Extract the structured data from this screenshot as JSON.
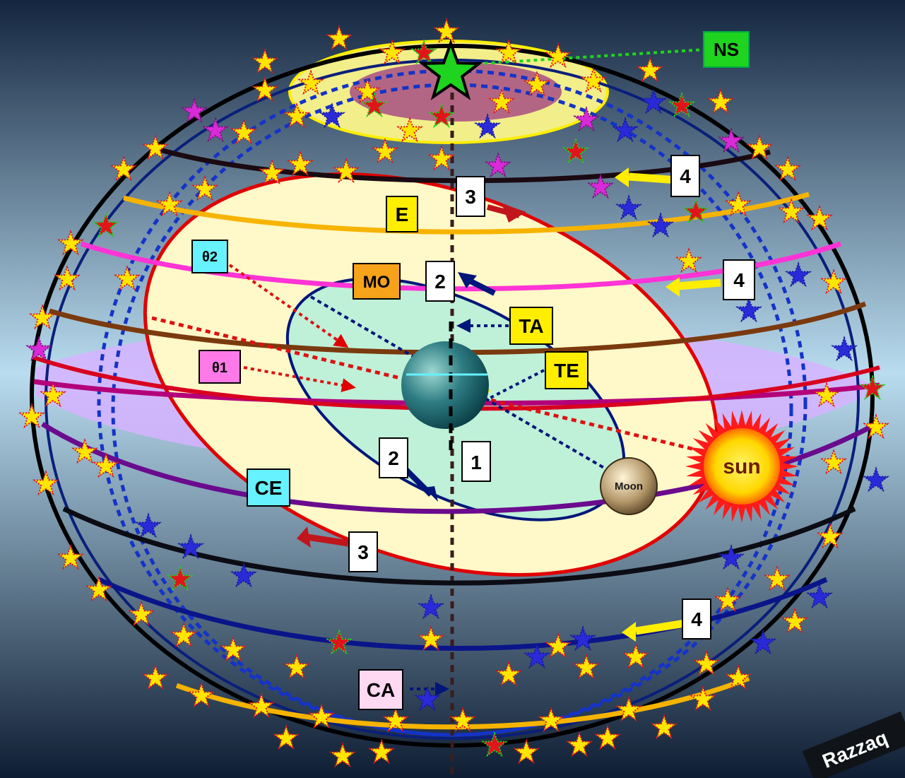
{
  "colors": {
    "bg_top": "#14263f",
    "bg_mid": "#b9dcef",
    "bg_bottom": "#0e1d33",
    "ecliptic_fill": "#fff8c8",
    "orbit_fill": "#bff0d8",
    "celestial_equator_fill": "#d6b3ff",
    "polar_cap_fill": "#f2ee8a",
    "polar_inner_fill": "#a84d83",
    "red_line": "#e00000",
    "navy_line": "#00157a",
    "label_cyan": "#66f2ff",
    "label_yellow": "#ffee00",
    "label_orange": "#f7a21b",
    "label_pink": "#ff7ae8",
    "label_green": "#1ed41e",
    "label_white": "#ffffff",
    "label_lightpink": "#ffd8f2"
  },
  "labels": {
    "ns": "NS",
    "e": "E",
    "mo": "MO",
    "ta": "TA",
    "te": "TE",
    "theta2": "θ2",
    "theta1": "θ1",
    "ce": "CE",
    "ca": "CA",
    "one": "1",
    "two_top": "2",
    "two_bottom": "2",
    "three_top": "3",
    "three_bottom": "3",
    "four_a": "4",
    "four_b": "4",
    "four_c": "4"
  },
  "bodies": {
    "sun": "sun",
    "moon": "Moon",
    "earth": "earth-icon"
  },
  "signature": "Razzaq",
  "icons": [
    "north-star-icon",
    "star-icon",
    "arrow-icon"
  ]
}
